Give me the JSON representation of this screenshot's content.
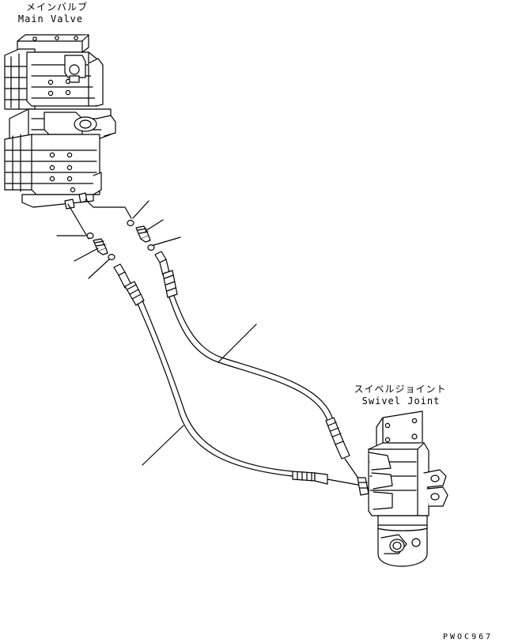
{
  "labels": {
    "main_valve_jp": "メインバルブ",
    "main_valve_en": "Main Valve",
    "swivel_joint_jp": "スイベルジョイント",
    "swivel_joint_en": "Swivel Joint",
    "drawing_code": "PWOC967"
  }
}
